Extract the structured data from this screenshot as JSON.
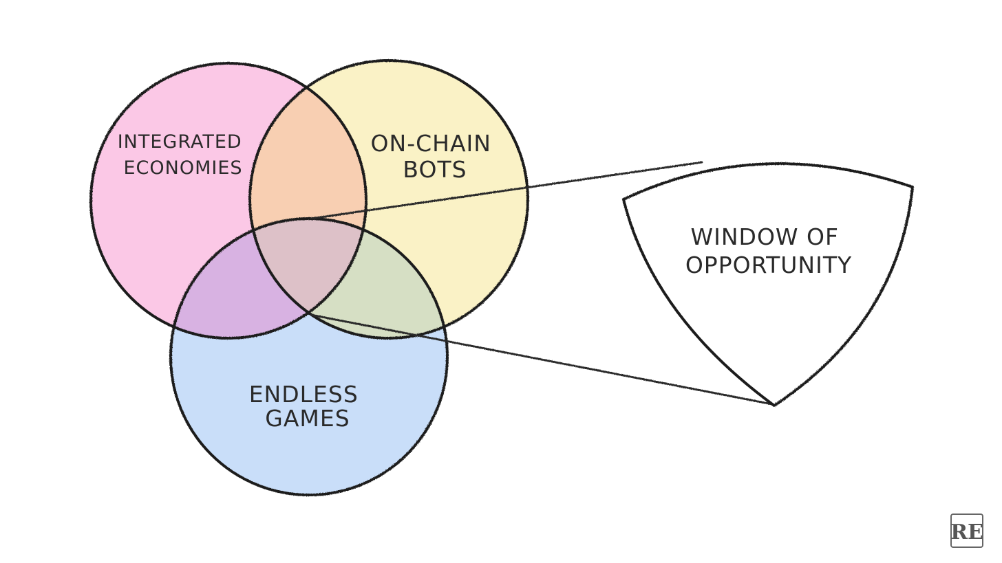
{
  "diagram": {
    "circles": [
      {
        "id": "integrated-economies",
        "label_lines": [
          "INTEGRATED",
          "ECONOMIES"
        ],
        "fill": "#fbc8e6"
      },
      {
        "id": "on-chain-bots",
        "label_lines": [
          "ON-CHAIN",
          "BOTS"
        ],
        "fill": "#faf2c6"
      },
      {
        "id": "endless-games",
        "label_lines": [
          "ENDLESS",
          "GAMES"
        ],
        "fill": "#c9def9"
      }
    ],
    "overlap_colors": {
      "economies_bots": "#f8cfb2",
      "economies_games": "#d8b2e2",
      "bots_games": "#d6dfc4",
      "center": "#ddc1c8"
    },
    "callout": {
      "label_lines": [
        "WINDOW OF",
        "OPPORTUNITY"
      ],
      "fill": "#dfbfb0"
    },
    "logo": {
      "text": "RE",
      "color": "#555555"
    }
  }
}
